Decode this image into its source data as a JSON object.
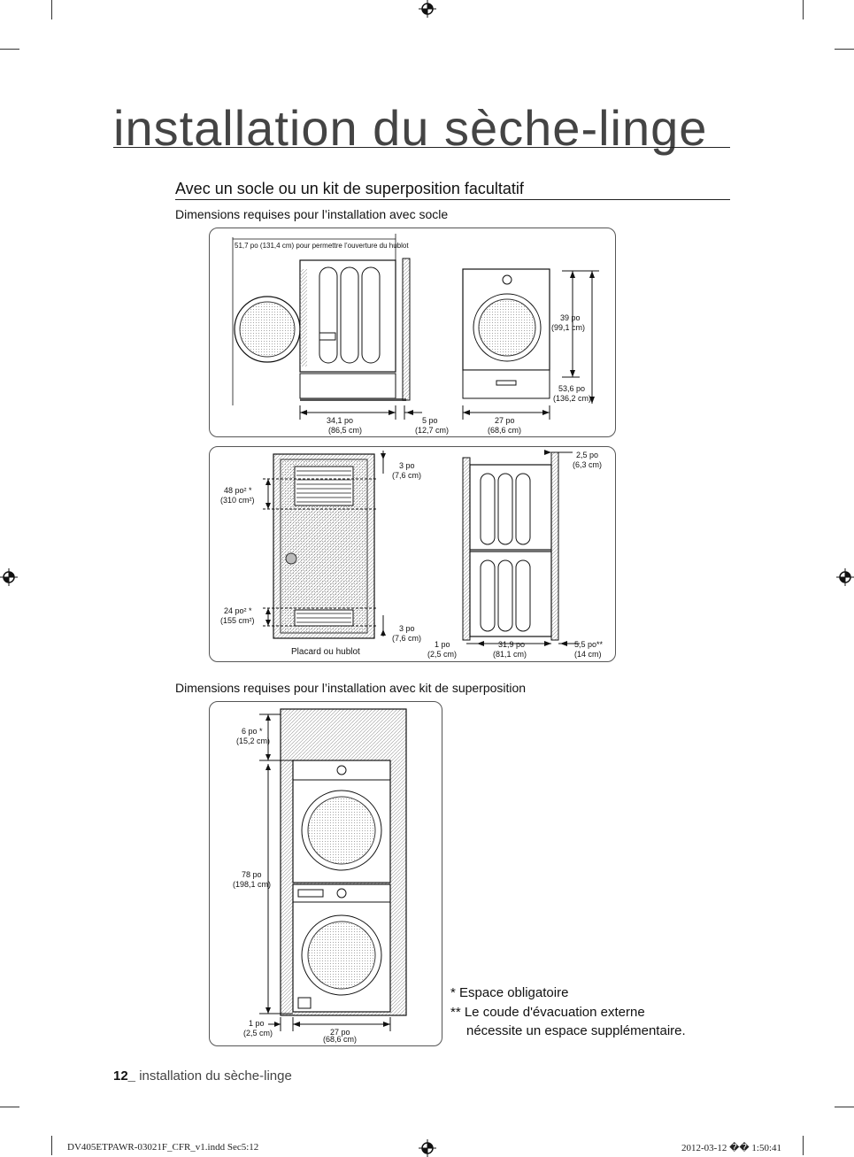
{
  "page": {
    "title": "installation du sèche-linge",
    "subtitle": "Avec un socle ou un kit de superposition facultatif"
  },
  "section1": {
    "heading": "Dimensions requises pour l’installation avec socle",
    "panel_top": {
      "door_clearance": "51,7 po (131,4 cm) pour permettre l’ouverture du hublot",
      "depth_po": "34,1 po",
      "depth_cm": "(86,5 cm)",
      "rear_po": "5 po",
      "rear_cm": "(12,7 cm)",
      "width_po": "27 po",
      "width_cm": "(68,6 cm)",
      "height_po": "39 po",
      "height_cm": "(99,1 cm)",
      "total_po": "53,6 po",
      "total_cm": "(136,2 cm)"
    },
    "panel_bottom": {
      "vent_top_area": "48 po² *",
      "vent_top_cm": "(310 cm²)",
      "vent_bottom_area": "24 po² *",
      "vent_bottom_cm": "(155 cm²)",
      "top_gap_po": "3 po",
      "top_gap_cm": "(7,6 cm)",
      "bottom_gap_po": "3 po",
      "bottom_gap_cm": "(7,6 cm)",
      "door_label": "Placard ou hublot",
      "side_po": "1 po",
      "side_cm": "(2,5 cm)",
      "depth_po": "31,9 po",
      "depth_cm": "(81,1 cm)",
      "back_po": "5,5 po**",
      "back_cm": "(14 cm)",
      "top_clear_po": "2,5 po",
      "top_clear_cm": "(6,3 cm)"
    }
  },
  "section2": {
    "heading": "Dimensions requises pour l’installation avec kit de superposition",
    "top_gap_po": "6 po *",
    "top_gap_cm": "(15,2 cm)",
    "height_po": "78 po",
    "height_cm": "(198,1 cm)",
    "side_po": "1 po",
    "side_cm": "(2,5 cm)",
    "width_po": "27 po",
    "width_cm": "(68,6 cm)"
  },
  "notes": {
    "note1": "* Espace obligatoire",
    "note2_line1": "** Le coude d'évacuation externe",
    "note2_line2": "nécessite un espace supplémentaire."
  },
  "footer": {
    "page_number": "12_",
    "page_label": " installation du sèche-linge",
    "file": "DV405ETPAWR-03021F_CFR_v1.indd   Sec5:12",
    "timestamp": "2012-03-12   �� 1:50:41"
  }
}
